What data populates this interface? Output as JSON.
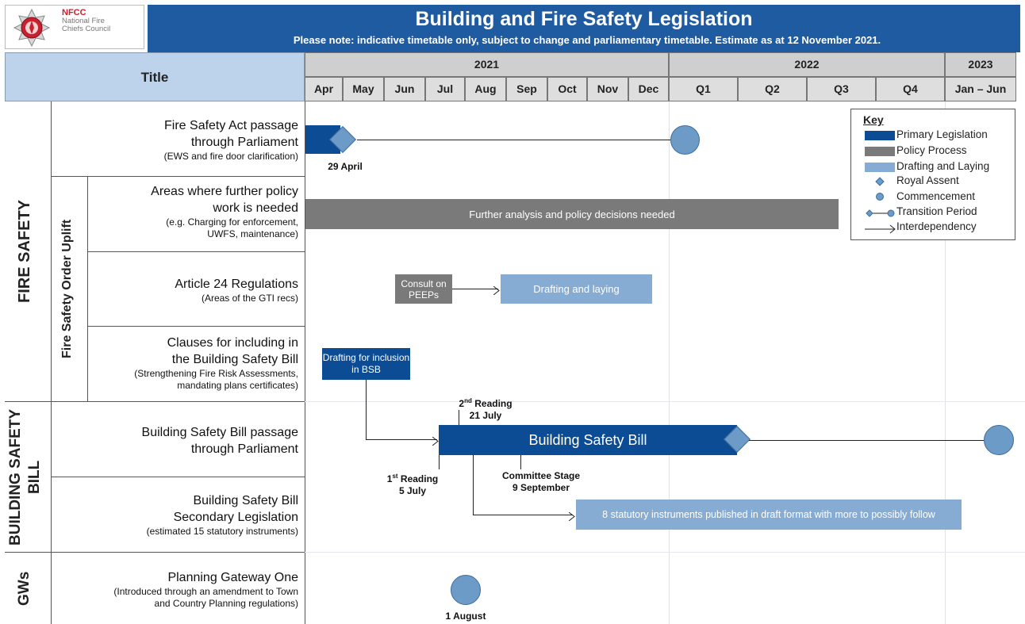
{
  "logo": {
    "org_abbr": "NFCC",
    "org_line1": "National Fire",
    "org_line2": "Chiefs Council"
  },
  "header": {
    "title": "Building and Fire Safety Legislation",
    "subtitle": "Please note: indicative timetable only, subject to change and parliamentary timetable. Estimate as at 12 November 2021."
  },
  "timeline": {
    "title_col": "Title",
    "years": [
      "2021",
      "2022",
      "2023"
    ],
    "periods": [
      "Apr",
      "May",
      "Jun",
      "Jul",
      "Aug",
      "Sep",
      "Oct",
      "Nov",
      "Dec",
      "Q1",
      "Q2",
      "Q3",
      "Q4",
      "Jan – Jun"
    ]
  },
  "groups": {
    "fire_safety": "FIRE SAFETY",
    "fso_uplift": "Fire Safety Order Uplift",
    "building_safety_bill": "BUILDING SAFETY BILL",
    "gws": "GWs"
  },
  "rows": {
    "fsa": {
      "l1": "Fire Safety Act passage",
      "l2": "through Parliament",
      "note": "(EWS and fire door clarification)"
    },
    "areas": {
      "l1": "Areas where further policy",
      "l2": "work is needed",
      "n1": "(e.g. Charging for enforcement,",
      "n2": "UWFS, maintenance)"
    },
    "art24": {
      "l1": "Article 24 Regulations",
      "note": "(Areas of the GTI recs)"
    },
    "clauses": {
      "l1": "Clauses for including in",
      "l2": "the Building Safety Bill",
      "n1": "(Strengthening Fire Risk Assessments,",
      "n2": "mandating plans certificates)"
    },
    "bsb": {
      "l1": "Building Safety Bill passage",
      "l2": "through Parliament"
    },
    "bsb_sec": {
      "l1": "Building Safety Bill",
      "l2": "Secondary Legislation",
      "note": "(estimated 15 statutory instruments)"
    },
    "pgo": {
      "l1": "Planning Gateway One",
      "n1": "(Introduced through an amendment to Town",
      "n2": "and Country Planning regulations)"
    }
  },
  "events": {
    "fsa_royal_assent": "29 April",
    "further_analysis": "Further analysis and policy decisions needed",
    "consult_peeps": "Consult on PEEPs",
    "drafting_laying": "Drafting and laying",
    "drafting_bsb": "Drafting for inclusion in BSB",
    "bsb_bar": "Building  Safety Bill",
    "second_reading": {
      "ord": "2",
      "sup": "nd",
      "text": " Reading",
      "date": "21 July"
    },
    "first_reading": {
      "ord": "1",
      "sup": "st",
      "text": " Reading",
      "date": "5 July"
    },
    "committee_stage": {
      "text": "Committee Stage",
      "date": "9 September"
    },
    "statutory_instruments": "8 statutory instruments published in draft format with more to possibly follow",
    "pgo_date": "1 August"
  },
  "key": {
    "title": "Key",
    "items": [
      "Primary Legislation",
      "Policy Process",
      "Drafting and Laying",
      "Royal Assent",
      "Commencement",
      "Transition Period",
      "Interdependency"
    ]
  },
  "colors": {
    "header_blue": "#1f5ba0",
    "primary_legislation": "#0c4c95",
    "policy_process": "#7a7a7a",
    "drafting_laying": "#86acd3",
    "milestone": "#6d9bc8",
    "nfcc_red": "#c8202f"
  }
}
